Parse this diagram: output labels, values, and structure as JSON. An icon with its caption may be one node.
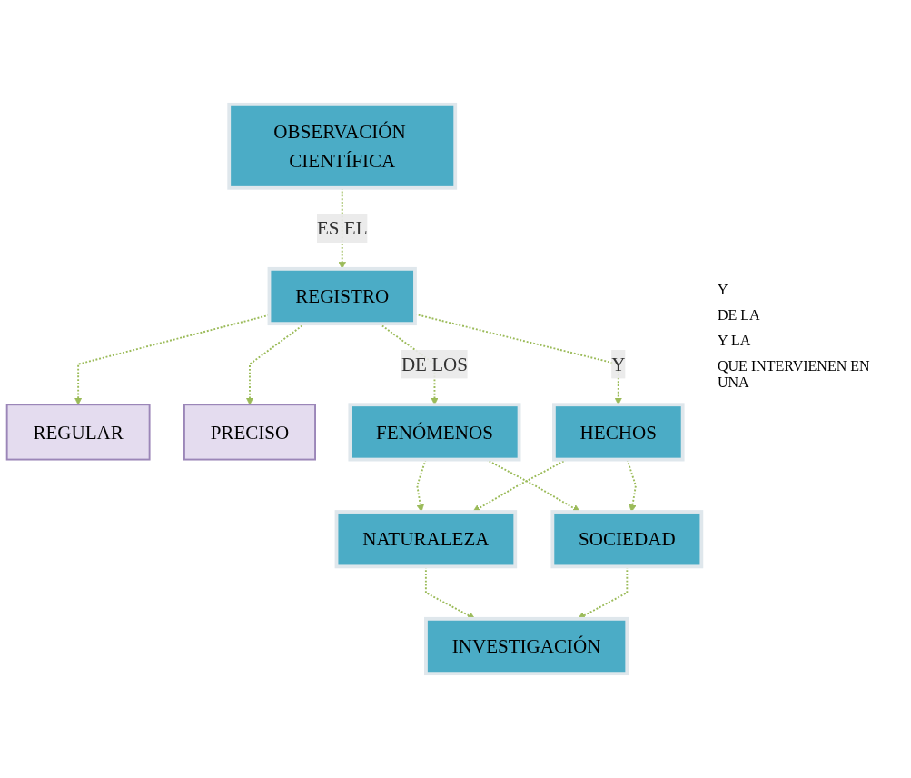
{
  "diagram": {
    "nodes": [
      {
        "text": [
          "OBSERVACIÓN CIENTÍFICA"
        ]
      },
      {
        "text": [
          "REGISTRO"
        ]
      },
      {
        "text": [
          "REGULAR"
        ]
      },
      {
        "text": [
          "PRECISO"
        ]
      },
      {
        "text": [
          "FENÓMENOS"
        ]
      },
      {
        "text": [
          "HECHOS"
        ]
      },
      {
        "text": [
          "NATURALEZA"
        ]
      },
      {
        "text": [
          "SOCIEDAD"
        ]
      },
      {
        "text": [
          "INVESTIGACIÓN"
        ]
      }
    ],
    "edges": [
      {
        "from": 0,
        "to": 1,
        "arrow": "to",
        "style": "dashed",
        "label": "ES EL"
      },
      {
        "from": 1,
        "to": 2,
        "arrow": "to",
        "style": "dashed"
      },
      {
        "from": 1,
        "to": 3,
        "arrow": "to",
        "style": "dashed"
      },
      {
        "from": 1,
        "to": 4,
        "arrow": "to",
        "style": "dashed",
        "label": "DE LOS"
      },
      {
        "from": 1,
        "to": 5,
        "arrow": "to",
        "style": "dashed",
        "label": "Y"
      },
      {
        "from": 4,
        "to": 6,
        "arrow": "to",
        "style": "dashed"
      },
      {
        "from": 4,
        "to": 7,
        "arrow": "to",
        "style": "dashed"
      },
      {
        "from": 5,
        "to": 6,
        "arrow": "to",
        "style": "dashed"
      },
      {
        "from": 5,
        "to": 7,
        "arrow": "to",
        "style": "dashed"
      },
      {
        "from": 6,
        "to": 8,
        "arrow": "to",
        "style": "dashed"
      },
      {
        "from": 7,
        "to": 8,
        "arrow": "to",
        "style": "dashed"
      }
    ],
    "labels": [
      "Y",
      "DE LA",
      "Y LA",
      "QUE INTERVIENEN EN UNA"
    ]
  }
}
